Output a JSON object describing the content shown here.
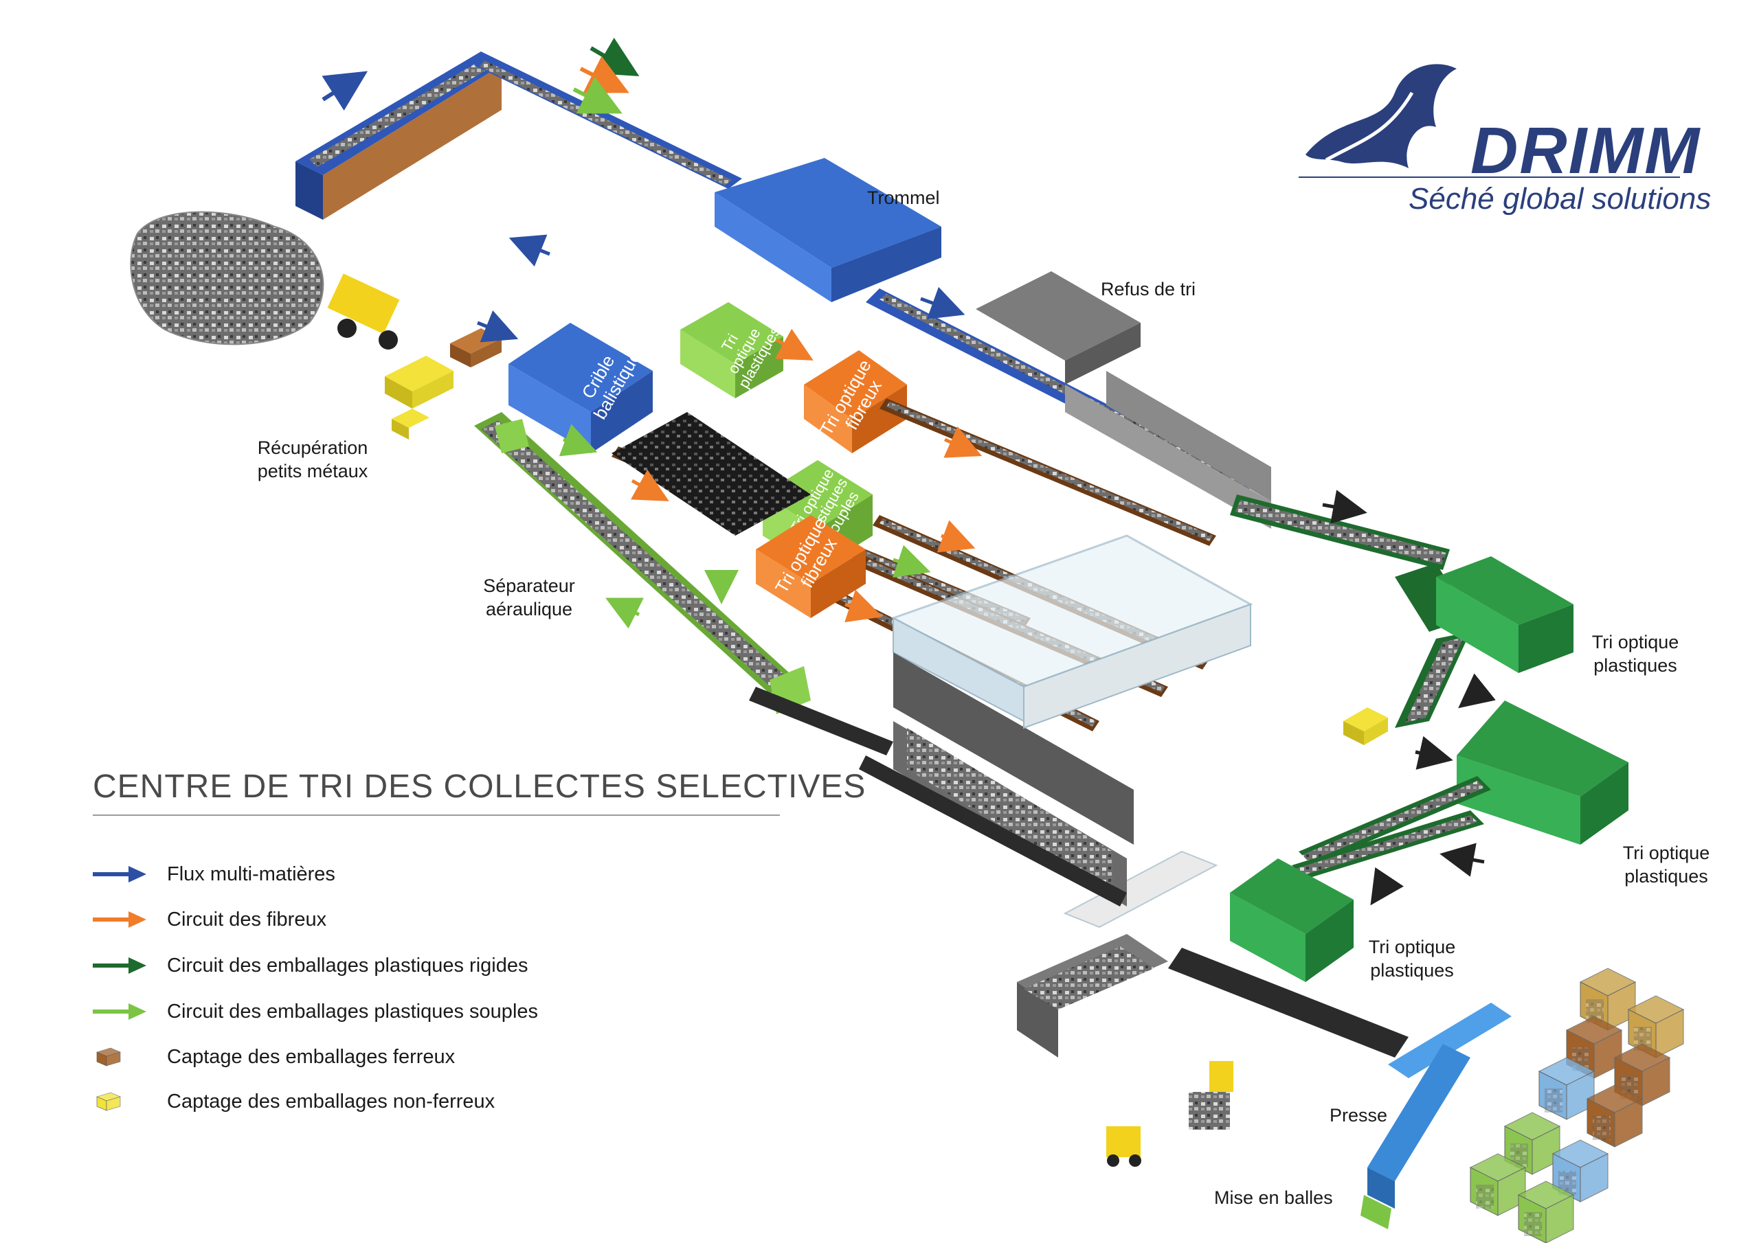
{
  "brand": {
    "name": "DRIMM",
    "tagline": "Séché global solutions",
    "color": "#2a3f7c"
  },
  "labels": {
    "trommel": "Trommel",
    "refus": "Refus de tri",
    "recuperation_line1": "Récupération",
    "recuperation_line2": "petits métaux",
    "separateur_line1": "Séparateur",
    "separateur_line2": "aéraulique",
    "tri_optique_1_line1": "Tri optique",
    "tri_optique_1_line2": "plastiques",
    "tri_optique_2_line1": "Tri optique",
    "tri_optique_2_line2": "plastiques",
    "tri_optique_3_line1": "Tri optique",
    "tri_optique_3_line2": "plastiques",
    "presse": "Presse",
    "mise_en_balles": "Mise en balles"
  },
  "machines": {
    "crible_line1": "Crible",
    "crible_line2": "balistique",
    "tri_plastiques_line1": "Tri",
    "tri_plastiques_line2": "optique",
    "tri_plastiques_line3": "plastiques",
    "tri_fibreux_top_line1": "Tri optique",
    "tri_fibreux_top_line2": "fibreux",
    "tri_souples_line1": "Tri optique",
    "tri_souples_line2": "plastiques",
    "tri_souples_line3": "souples",
    "tri_fibreux_bottom_line1": "Tri optique",
    "tri_fibreux_bottom_line2": "fibreux"
  },
  "legend": {
    "title": "CENTRE DE TRI DES COLLECTES SELECTIVES",
    "items": [
      {
        "label": "Flux multi-matières",
        "symbol": "arrow",
        "color": "#2b4fa3",
        "icon": "blue-arrow-icon"
      },
      {
        "label": "Circuit des fibreux",
        "symbol": "arrow",
        "color": "#f07d2a",
        "icon": "orange-arrow-icon"
      },
      {
        "label": "Circuit des emballages plastiques rigides",
        "symbol": "arrow",
        "color": "#1e6b2e",
        "icon": "dark-green-arrow-icon"
      },
      {
        "label": "Circuit des emballages plastiques souples",
        "symbol": "arrow",
        "color": "#7cc444",
        "icon": "light-green-arrow-icon"
      },
      {
        "label": "Captage des emballages ferreux",
        "symbol": "box",
        "color": "#a0612a",
        "icon": "brown-cube-icon"
      },
      {
        "label": "Captage des emballages non-ferreux",
        "symbol": "box",
        "color": "#f2e23a",
        "icon": "yellow-cube-icon"
      }
    ]
  },
  "colors": {
    "flux": "#2b4fa3",
    "fibreux": "#f07d2a",
    "rigides": "#1e6b2e",
    "souples": "#7cc444",
    "ferreux": "#a0612a",
    "non_ferreux": "#f2e23a",
    "machine_blue": "#3a6fd0",
    "machine_green": "#2e9a46",
    "machine_orange": "#ef7a25",
    "machine_lightgreen": "#8bcf4e"
  }
}
